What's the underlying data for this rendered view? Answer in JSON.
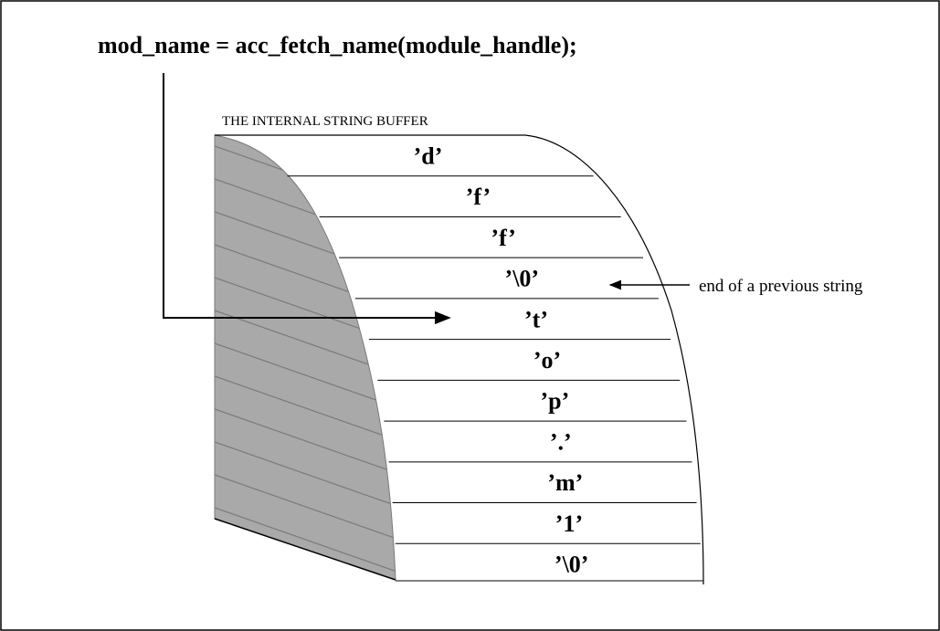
{
  "code_line": "mod_name = acc_fetch_name(module_handle);",
  "buffer_label": "THE INTERNAL STRING BUFFER",
  "annotation": "end of a previous string",
  "cells": [
    "’d’",
    "’f’",
    "’f’",
    "’\\0’",
    "’t’",
    "’o’",
    "’p’",
    "’.’",
    "’m’",
    "’1’",
    "’\\0’"
  ],
  "colors": {
    "shade": "#a9a9a9",
    "stroke": "#000000",
    "hatch": "#7a7a7a"
  }
}
